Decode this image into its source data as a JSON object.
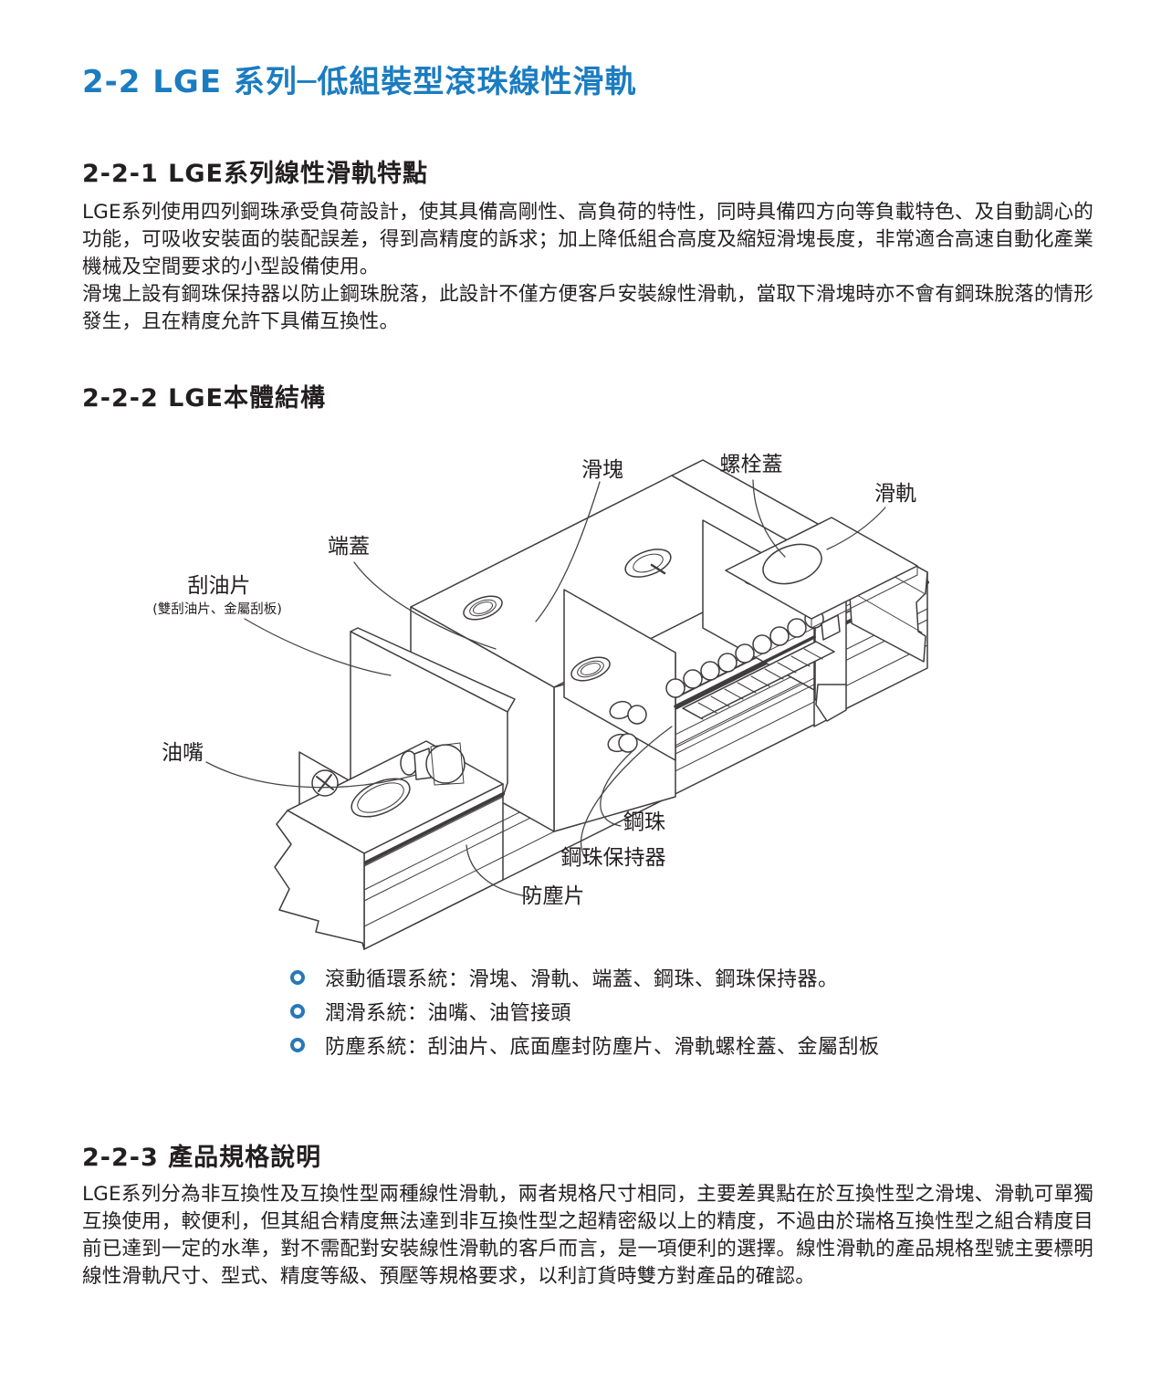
{
  "header": {
    "title": "2-2  LGE 系列─低組裝型滾珠線性滑軌"
  },
  "sections": {
    "features": {
      "heading": "2-2-1 LGE系列線性滑軌特點",
      "paragraph_1": "LGE系列使用四列鋼珠承受負荷設計，使其具備高剛性、高負荷的特性，同時具備四方向等負載特色、及自動調心的功能，可吸收安裝面的裝配誤差，得到高精度的訴求；加上降低組合高度及縮短滑塊長度，非常適合高速自動化產業機械及空間要求的小型設備使用。",
      "paragraph_2": "滑塊上設有鋼珠保持器以防止鋼珠脫落，此設計不僅方便客戶安裝線性滑軌，當取下滑塊時亦不會有鋼珠脫落的情形發生，且在精度允許下具備互換性。"
    },
    "structure": {
      "heading": "2-2-2 LGE本體結構",
      "bullets": [
        {
          "text": "滾動循環系統：滑塊、滑軌、端蓋、鋼珠、鋼珠保持器。"
        },
        {
          "text": "潤滑系統：油嘴、油管接頭"
        },
        {
          "text": "防塵系統：刮油片、底面塵封防塵片、滑軌螺栓蓋、金屬刮板"
        }
      ]
    },
    "specs": {
      "heading": "2-2-3 產品規格說明",
      "paragraph_1": "LGE系列分為非互換性及互換性型兩種線性滑軌，兩者規格尺寸相同，主要差異點在於互換性型之滑塊、滑軌可單獨互換使用，較便利，但其組合精度無法達到非互換性型之超精密級以上的精度，不過由於瑞格互換性型之組合精度目前已達到一定的水準，對不需配對安裝線性滑軌的客戶而言，是一項便利的選擇。線性滑軌的產品規格型號主要標明線性滑軌尺寸、型式、精度等級、預壓等規格要求，以利訂貨時雙方對產品的確認。"
    }
  },
  "figure": {
    "labels": {
      "slider_block": "滑塊",
      "bolt_cover": "螺栓蓋",
      "rail": "滑軌",
      "end_cap": "端蓋",
      "oil_scraper": "刮油片",
      "oil_scraper_note": "(雙刮油片、金屬刮板)",
      "oil_nozzle": "油嘴",
      "steel_ball": "鋼珠",
      "ball_retainer": "鋼珠保持器",
      "dust_sheet": "防塵片"
    }
  },
  "colors": {
    "accent_blue": "#1b7cc0",
    "text": "#231f20",
    "bullet_ring": "#2878b8",
    "line": "#403c3d"
  }
}
